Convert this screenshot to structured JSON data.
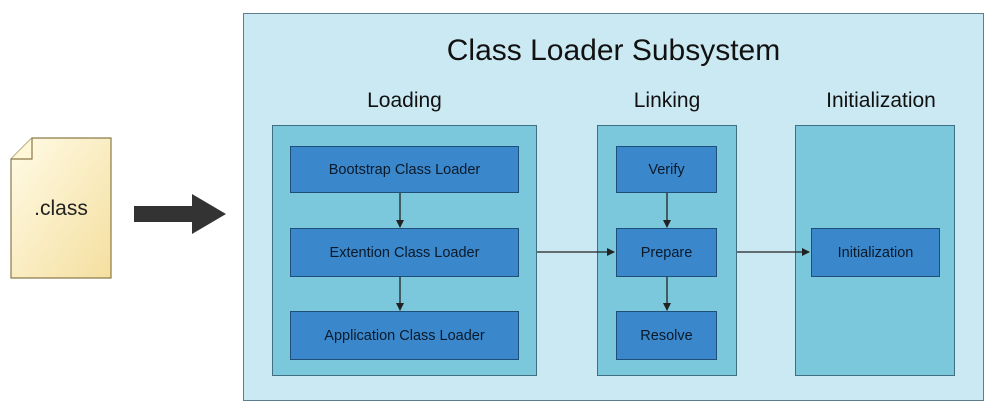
{
  "file": {
    "label": ".class"
  },
  "subsystem": {
    "title": "Class Loader Subsystem"
  },
  "stages": {
    "loading": {
      "title": "Loading",
      "steps": [
        "Bootstrap Class Loader",
        "Extention Class Loader",
        "Application Class Loader"
      ]
    },
    "linking": {
      "title": "Linking",
      "steps": [
        "Verify",
        "Prepare",
        "Resolve"
      ]
    },
    "initialization": {
      "title": "Initialization",
      "steps": [
        "Initialization"
      ]
    }
  },
  "colors": {
    "subsystem_bg": "#cbe9f2",
    "stage_bg": "#7bc7dc",
    "step_bg": "#3a87cc",
    "file_bg": "#fbf0bf",
    "arrow": "#333333"
  }
}
